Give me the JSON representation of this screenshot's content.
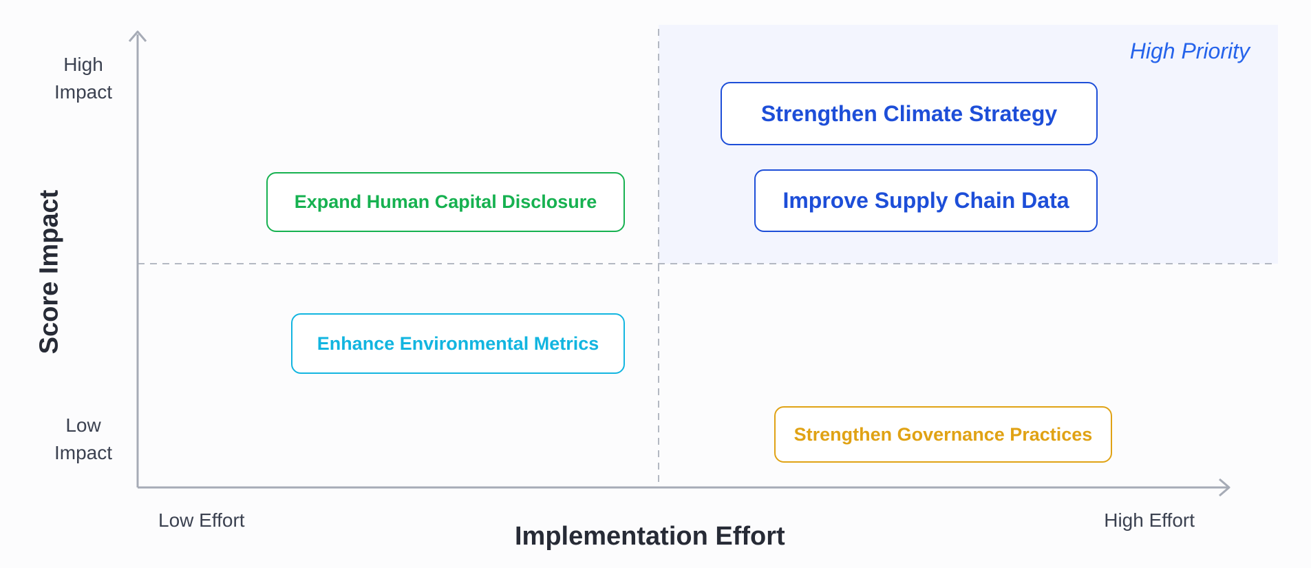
{
  "axes": {
    "x_title": "Implementation Effort",
    "y_title": "Score Impact",
    "x_low": "Low Effort",
    "x_high": "High Effort",
    "y_high": "High\nImpact",
    "y_low": "Low\nImpact"
  },
  "quadrant_label": "High Priority",
  "initiatives": [
    {
      "label": "Strengthen Climate Strategy",
      "color": "#1d4ed8"
    },
    {
      "label": "Improve Supply Chain Data",
      "color": "#1d4ed8"
    },
    {
      "label": "Expand Human Capital Disclosure",
      "color": "#16b150"
    },
    {
      "label": "Enhance Environmental Metrics",
      "color": "#12b5e0"
    },
    {
      "label": "Strengthen Governance Practices",
      "color": "#e0a214"
    }
  ],
  "colors": {
    "axis": "#a6abb6",
    "divider": "#b3b8c2",
    "high_priority_fill": "#f3f5fe",
    "high_priority_text": "#2563eb"
  }
}
